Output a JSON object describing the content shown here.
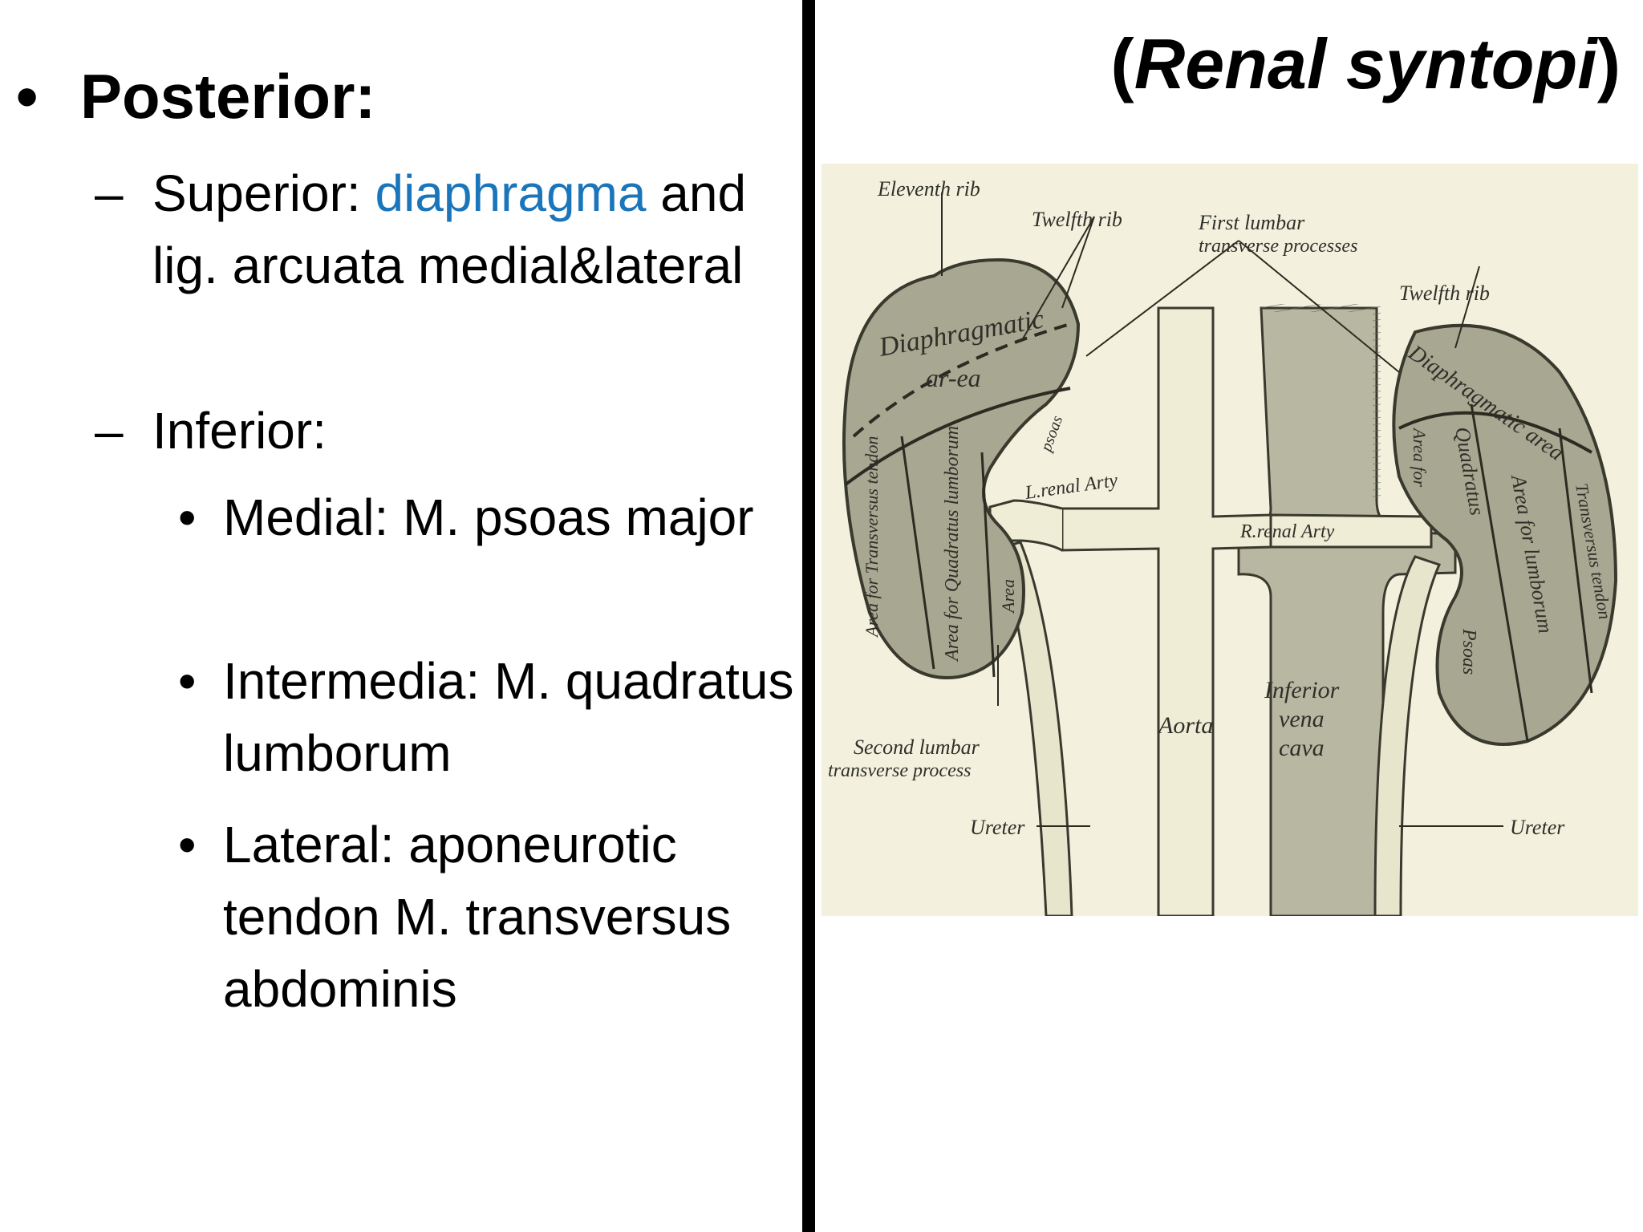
{
  "slide": {
    "title_open": "(",
    "title_italic": "Renal syntopi",
    "title_close": ")",
    "heading_bullet": "•",
    "heading": "Posterior:",
    "dash": "–",
    "dot": "•",
    "superior_prefix": "Superior: ",
    "superior_term": "diaphragma",
    "superior_rest": " and lig. arcuata medial&lateral",
    "inferior": "Inferior:",
    "items": [
      "Medial: M. psoas major",
      "Intermedia: M. quadratus lumborum",
      "Lateral: aponeurotic tendon M. transversus abdominis"
    ],
    "accent_color": "#1b75bb"
  },
  "figure_labels": {
    "eleventh_rib": "Eleventh rib",
    "twelfth_rib_left": "Twelfth rib",
    "first_lumbar_1": "First lumbar",
    "first_lumbar_2": "transverse processes",
    "twelfth_rib_right": "Twelfth rib",
    "diaphragmatic": "Diaphragmatic",
    "area_word": "ar-ea",
    "psoas": "psoas",
    "l_renal": "L.renal Arty",
    "r_renal": "R.renal Arty",
    "area_transversus_l": "Area for Transversus tendon",
    "area_quadratus_l": "Area for Quadratus lumborum",
    "area_small": "Area",
    "aorta": "Aorta",
    "ivc_1": "Inferior",
    "ivc_2": "vena",
    "ivc_3": "cava",
    "second_lumbar_1": "Second lumbar",
    "second_lumbar_2": "transverse process",
    "ureter_left": "Ureter",
    "ureter_right": "Ureter",
    "diaphragmatic_area_r": "Diaphragmatic area",
    "area_for_r": "Area for",
    "quadratus_r": "Quadratus",
    "area_for_lumborum": "Area for lumborum",
    "transversus_r": "Transversus tendon",
    "psoas_r": "Psoas"
  }
}
